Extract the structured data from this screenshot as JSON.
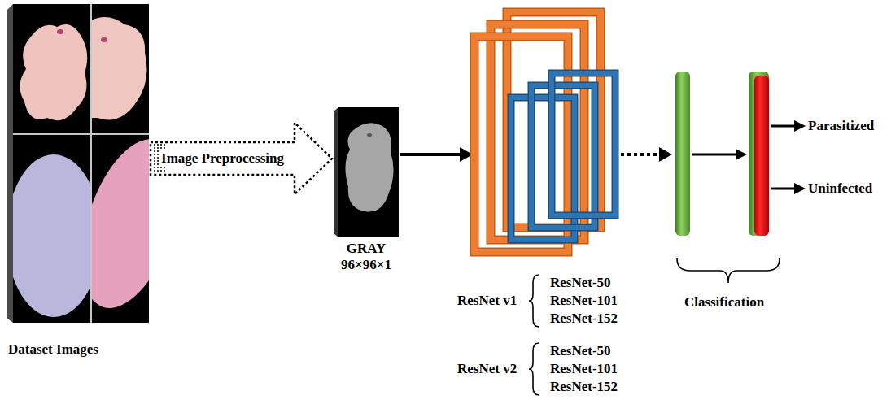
{
  "diagram": {
    "nodes": [
      {
        "text": [
          "Dataset Images"
        ]
      },
      {
        "text": [
          "GRAY 96×96×1"
        ]
      },
      {
        "text": [
          "ResNet v1",
          "ResNet-50",
          "ResNet-101",
          "ResNet-152",
          "ResNet v2",
          "ResNet-50",
          "ResNet-101",
          "ResNet-152"
        ]
      },
      {
        "text": [
          "Classification"
        ]
      }
    ],
    "edges": [
      {
        "from": 0,
        "to": 1,
        "label": "Image Preprocessing",
        "arrow": "to"
      },
      {
        "from": 1,
        "to": 2,
        "arrow": "to"
      },
      {
        "from": 2,
        "to": 3,
        "arrow": "to"
      }
    ],
    "labels": [
      "Parasitized",
      "Uninfected"
    ]
  }
}
